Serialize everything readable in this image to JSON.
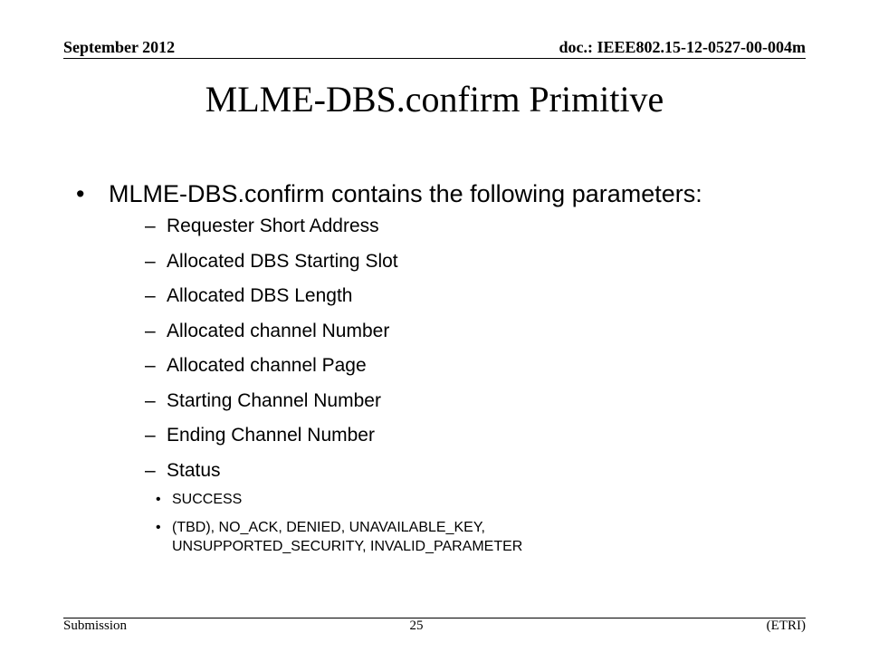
{
  "header": {
    "date": "September  2012",
    "doc_id": "doc.: IEEE802.15-12-0527-00-004m"
  },
  "title": "MLME-DBS.confirm Primitive",
  "body": {
    "bullet_glyph": "•",
    "main_point": "MLME-DBS.confirm contains the following parameters:",
    "dash_glyph": "–",
    "parameters": [
      "Requester Short Address",
      "Allocated DBS Starting Slot",
      "Allocated DBS Length",
      "Allocated channel Number",
      "Allocated channel Page",
      "Starting Channel Number",
      "Ending Channel Number",
      "Status"
    ],
    "status_values": [
      "SUCCESS",
      "(TBD), NO_ACK, DENIED, UNAVAILABLE_KEY,\nUNSUPPORTED_SECURITY,  INVALID_PARAMETER"
    ]
  },
  "footer": {
    "left": "Submission",
    "page_number": "25",
    "right": "(ETRI)"
  }
}
